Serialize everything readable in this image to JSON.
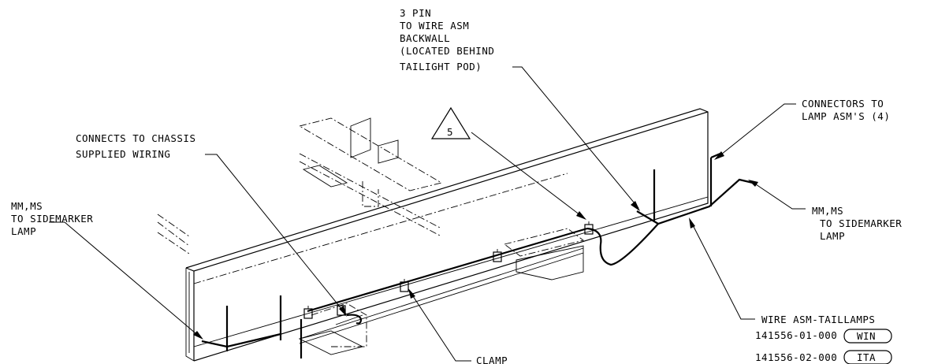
{
  "callouts": {
    "pin": [
      "3 PIN",
      "TO WIRE ASM",
      "BACKWALL",
      "(LOCATED BEHIND",
      "TAILIGHT POD)"
    ],
    "connectors": [
      "CONNECTORS TO",
      "LAMP ASM'S (4)"
    ],
    "chassis": [
      "CONNECTS TO CHASSIS",
      "SUPPLIED WIRING"
    ],
    "left_marker": [
      "MM,MS",
      "TO SIDEMARKER",
      "LAMP"
    ],
    "right_marker": [
      "MM,MS",
      "TO SIDEMARKER",
      "LAMP"
    ],
    "clamp": "CLAMP",
    "wire_asm": "WIRE ASM-TAILLAMPS",
    "part_numbers": [
      {
        "number": "141556-01-000",
        "tag": "WIN"
      },
      {
        "number": "141556-02-000",
        "tag": "ITA"
      }
    ],
    "flag_note": "5"
  }
}
